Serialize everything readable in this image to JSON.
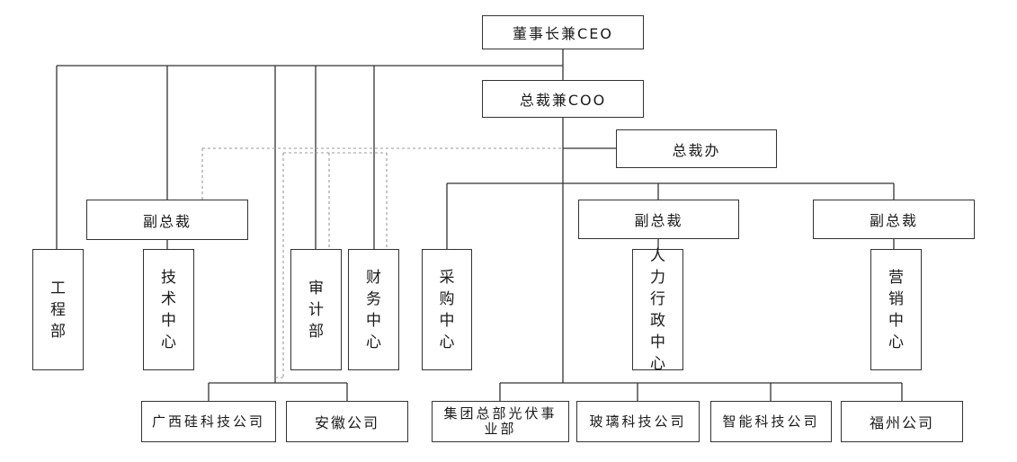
{
  "chairman": "董事长兼CEO",
  "president": "总裁兼COO",
  "president_office": "总裁办",
  "vp_left": "副总裁",
  "vp_middle": "副总裁",
  "vp_right": "副总裁",
  "depts": {
    "engineering": "工程部",
    "tech_center": "技术中心",
    "audit": "审计部",
    "finance": "财务中心",
    "procurement": "采购中心",
    "hr_admin": "人力行政中心",
    "marketing": "营销中心"
  },
  "subsidiaries": {
    "guangxi": "广西硅科技公司",
    "anhui": "安徽公司",
    "pv_hq": "集团总部光伏事业部",
    "glass": "玻璃科技公司",
    "smart": "智能科技公司",
    "fuzhou": "福州公司"
  }
}
